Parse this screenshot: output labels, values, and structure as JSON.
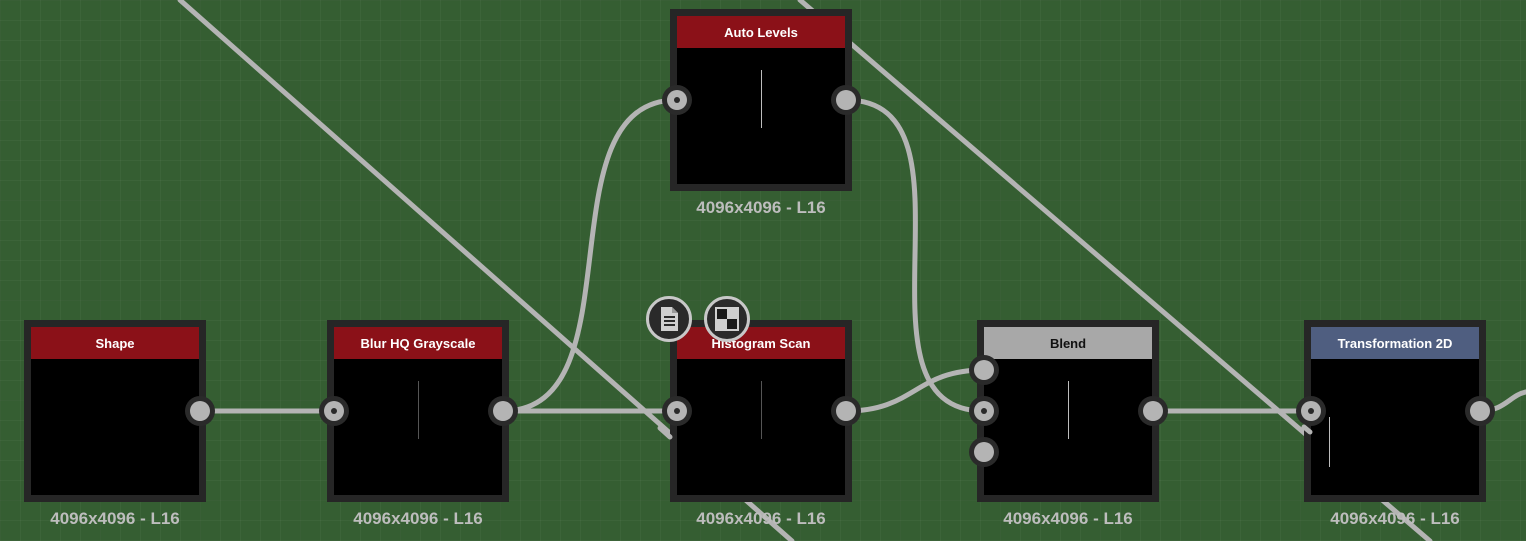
{
  "colors": {
    "background": "#355e32",
    "wire": "#b4b4b4",
    "header_red": "#8b1118",
    "header_gray": "#a8a8a8",
    "header_slate": "#4f5e80"
  },
  "nodes": [
    {
      "id": "shape",
      "title": "Shape",
      "resolution": "4096x4096 - L16"
    },
    {
      "id": "blur",
      "title": "Blur HQ Grayscale",
      "resolution": "4096x4096 - L16"
    },
    {
      "id": "auto-levels",
      "title": "Auto Levels",
      "resolution": "4096x4096 - L16"
    },
    {
      "id": "histogram",
      "title": "Histogram Scan",
      "resolution": "4096x4096 - L16"
    },
    {
      "id": "blend",
      "title": "Blend",
      "resolution": "4096x4096 - L16"
    },
    {
      "id": "transform",
      "title": "Transformation 2D",
      "resolution": "4096x4096 - L16"
    }
  ],
  "toolbar": {
    "icons": [
      "document-icon",
      "checker-icon"
    ]
  }
}
